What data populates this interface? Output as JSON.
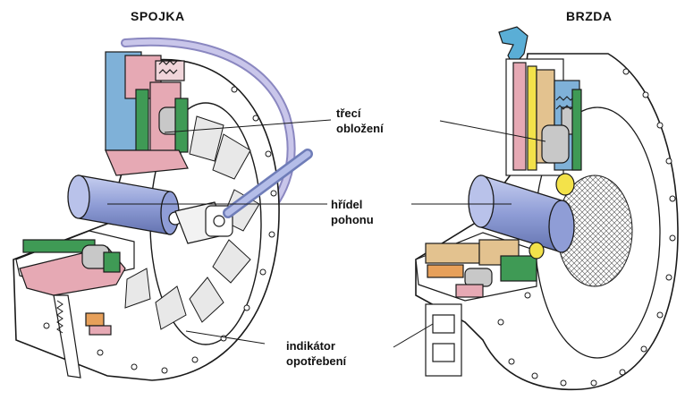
{
  "titles": {
    "clutch": "SPOJKA",
    "brake": "BRZDA"
  },
  "labels": {
    "friction": {
      "line1": "třecí",
      "line2": "obložení"
    },
    "shaft": {
      "line1": "hřídel",
      "line2": "pohonu"
    },
    "wear": {
      "line1": "indikátor",
      "line2": "opotřebení"
    }
  },
  "colors": {
    "outline": "#1a1a1a",
    "housing": "#ffffff",
    "shaft": "#9aa7d8",
    "shaft_dark": "#6f7db8",
    "pink": "#e6a9b4",
    "green": "#3f9a55",
    "blue_part": "#7fb1d8",
    "tan": "#e3c28f",
    "yellow": "#f3e24a",
    "hose": "#b9b6dc",
    "pad": "#c8c8c8",
    "orange": "#e7a05a"
  }
}
